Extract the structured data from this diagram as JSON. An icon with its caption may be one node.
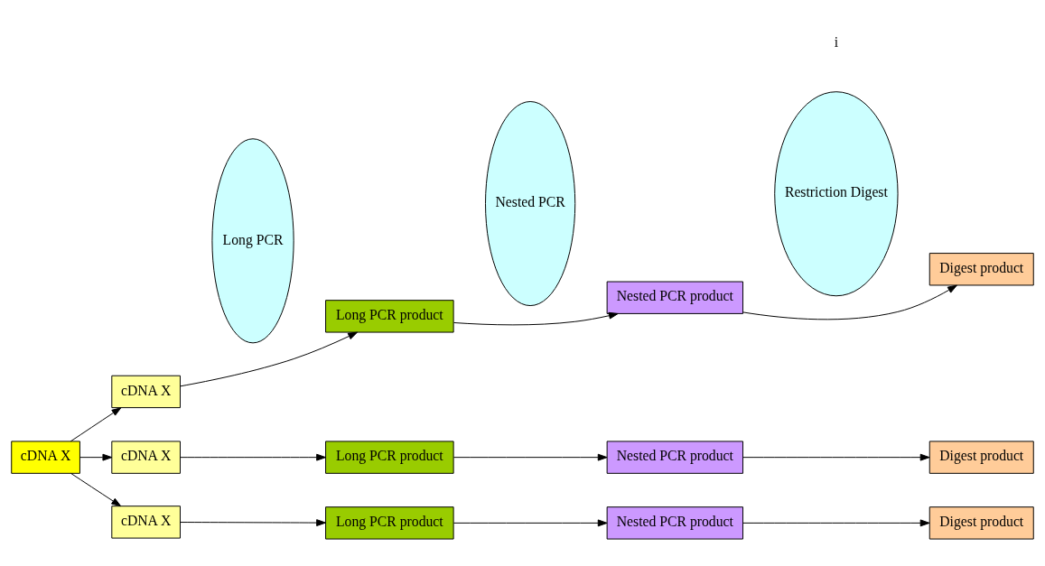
{
  "diagram": {
    "nodes": [
      {
        "text": [
          "cDNA X"
        ]
      },
      {
        "text": [
          "cDNA X"
        ]
      },
      {
        "text": [
          "cDNA X"
        ]
      },
      {
        "text": [
          "cDNA X"
        ]
      },
      {
        "text": [
          "Long PCR"
        ]
      },
      {
        "text": [
          "Long PCR product"
        ]
      },
      {
        "text": [
          "Long PCR product"
        ]
      },
      {
        "text": [
          "Long PCR product"
        ]
      },
      {
        "text": [
          "Nested PCR"
        ]
      },
      {
        "text": [
          "Nested PCR product"
        ]
      },
      {
        "text": [
          "Nested PCR product"
        ]
      },
      {
        "text": [
          "Nested PCR product"
        ]
      },
      {
        "text": [
          "Restriction Digest"
        ]
      },
      {
        "text": [
          "Digest product"
        ]
      },
      {
        "text": [
          "Digest product"
        ]
      },
      {
        "text": [
          "Digest product"
        ]
      }
    ],
    "edges": [
      {
        "from": 0,
        "to": 1,
        "arrow": "to"
      },
      {
        "from": 0,
        "to": 2,
        "arrow": "to"
      },
      {
        "from": 0,
        "to": 3,
        "arrow": "to"
      },
      {
        "from": 1,
        "to": 5,
        "arrow": "to"
      },
      {
        "from": 2,
        "to": 6,
        "arrow": "to"
      },
      {
        "from": 3,
        "to": 7,
        "arrow": "to"
      },
      {
        "from": 5,
        "to": 9,
        "arrow": "to"
      },
      {
        "from": 6,
        "to": 10,
        "arrow": "to"
      },
      {
        "from": 7,
        "to": 11,
        "arrow": "to"
      },
      {
        "from": 9,
        "to": 13,
        "arrow": "to"
      },
      {
        "from": 10,
        "to": 14,
        "arrow": "to"
      },
      {
        "from": 11,
        "to": 15,
        "arrow": "to"
      }
    ],
    "labels": [
      "i"
    ]
  }
}
